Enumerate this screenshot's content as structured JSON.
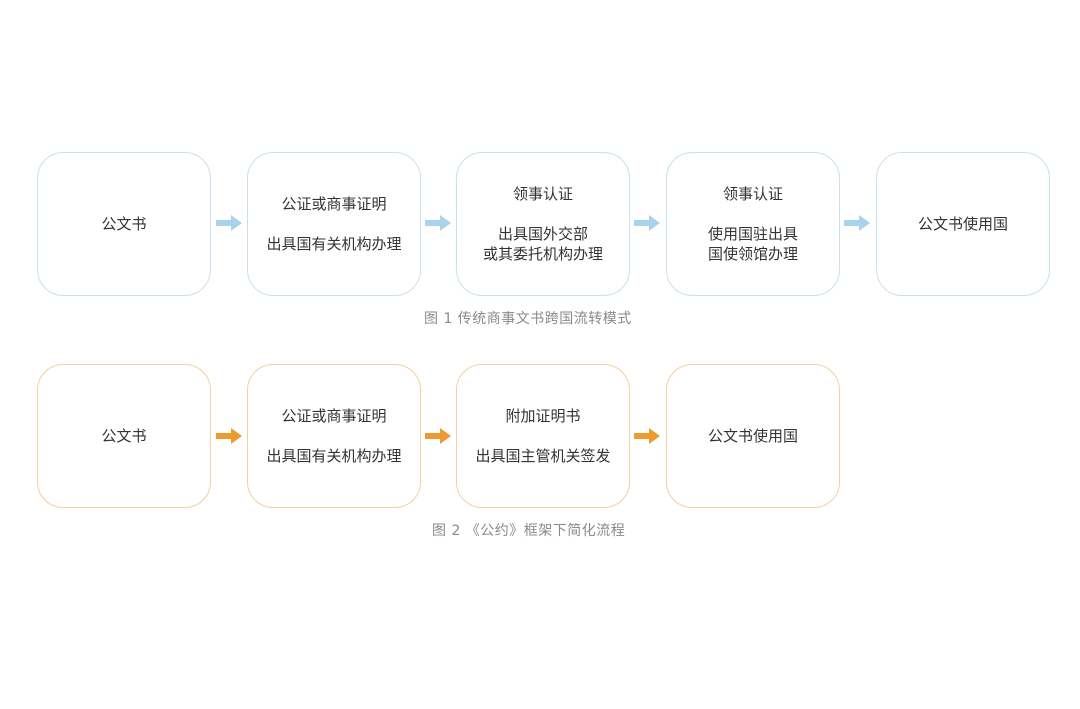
{
  "flow1": {
    "box1": {
      "line1": "公文书"
    },
    "box2": {
      "line1": "公证或商事证明",
      "line2": "出具国有关机构办理"
    },
    "box3": {
      "line1": "领事认证",
      "line2": "出具国外交部",
      "line3": "或其委托机构办理"
    },
    "box4": {
      "line1": "领事认证",
      "line2": "使用国驻出具",
      "line3": "国使领馆办理"
    },
    "box5": {
      "line1": "公文书使用国"
    },
    "caption": "图 1  传统商事文书跨国流转模式",
    "box_border_color": "#c8e0ef",
    "arrow_color": "#a9d3ec"
  },
  "flow2": {
    "box1": {
      "line1": "公文书"
    },
    "box2": {
      "line1": "公证或商事证明",
      "line2": "出具国有关机构办理"
    },
    "box3": {
      "line1": "附加证明书",
      "line2": "出具国主管机关签发"
    },
    "box4": {
      "line1": "公文书使用国"
    },
    "caption": "图 2  《公约》框架下简化流程",
    "box_border_color": "#f3cfa2",
    "arrow_color": "#ef9a2e"
  }
}
